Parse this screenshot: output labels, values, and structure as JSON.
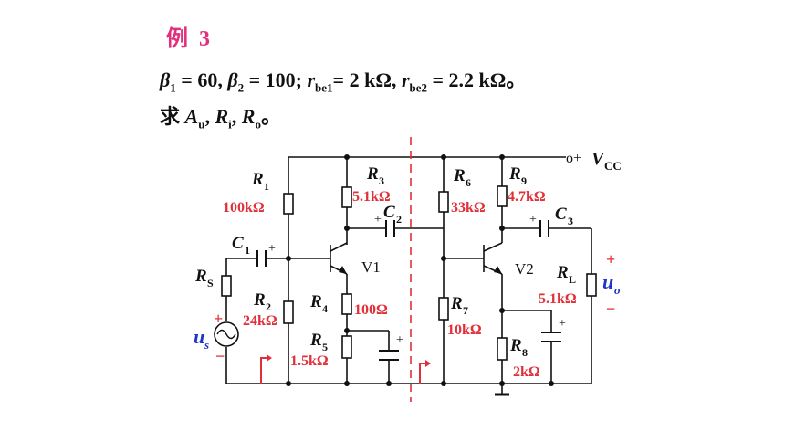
{
  "title": "例 3",
  "given": {
    "prefix": "",
    "beta1": "β",
    "beta1_sub": "1",
    "beta1_val": " = 60, ",
    "beta2": "β",
    "beta2_sub": "2",
    "beta2_val": " = 100; ",
    "rbe1": "r",
    "rbe1_sub": "be1",
    "rbe1_val": "= 2 kΩ, ",
    "rbe2": "r",
    "rbe2_sub": "be2",
    "rbe2_val": " = 2.2 kΩ。"
  },
  "question": {
    "prefix": "求 ",
    "au": "A",
    "au_sub": "u",
    "sep1": ", ",
    "ri": "R",
    "ri_sub": "i",
    "sep2": ", ",
    "ro": "R",
    "ro_sub": "o",
    "suffix": "。"
  },
  "circuit": {
    "vcc": "V",
    "vcc_sub": "CC",
    "vcc_prefix": "o+",
    "R1": "R",
    "R1_sub": "1",
    "R1_val": "100kΩ",
    "R2": "R",
    "R2_sub": "2",
    "R2_val": "24kΩ",
    "R3": "R",
    "R3_sub": "3",
    "R3_val": "5.1kΩ",
    "R4": "R",
    "R4_sub": "4",
    "R4_val": "100Ω",
    "R5": "R",
    "R5_sub": "5",
    "R5_val": "1.5kΩ",
    "R6": "R",
    "R6_sub": "6",
    "R6_val": "33kΩ",
    "R7": "R",
    "R7_sub": "7",
    "R7_val": "10kΩ",
    "R8": "R",
    "R8_sub": "8",
    "R8_val": "2kΩ",
    "R9": "R",
    "R9_sub": "9",
    "R9_val": "4.7kΩ",
    "RL": "R",
    "RL_sub": "L",
    "RL_val": "5.1kΩ",
    "RS": "R",
    "RS_sub": "S",
    "C1": "C",
    "C1_sub": "1",
    "C2": "C",
    "C2_sub": "2",
    "C3": "C",
    "C3_sub": "3",
    "V1": "V1",
    "V2": "V2",
    "us": "u",
    "us_sub": "s",
    "uo": "u",
    "uo_sub": "o",
    "plus": "+",
    "minus": "−"
  },
  "colors": {
    "title": "#e0307e",
    "value_labels": "#e0303a",
    "signal_labels": "#1e36c8",
    "divider": "#e0303a"
  }
}
